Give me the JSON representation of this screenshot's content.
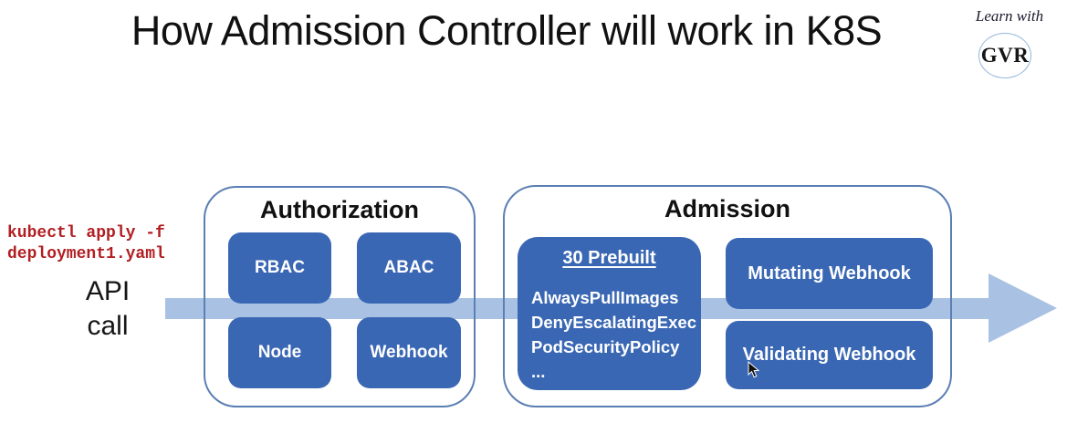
{
  "title": "How Admission Controller will work in K8S",
  "brand": {
    "tagline": "Learn with",
    "monogram": "GVR"
  },
  "command": {
    "line1": "kubectl apply -f",
    "line2": "deployment1.yaml"
  },
  "api_call": {
    "line1": "API",
    "line2": "call"
  },
  "stages": {
    "authorization": {
      "label": "Authorization",
      "boxes": [
        "RBAC",
        "ABAC",
        "Node",
        "Webhook"
      ]
    },
    "admission": {
      "label": "Admission",
      "prebuilt": {
        "heading": "30 Prebuilt",
        "items": [
          "AlwaysPullImages",
          "DenyEscalatingExec",
          "PodSecurityPolicy",
          "..."
        ]
      },
      "webhooks": [
        "Mutating Webhook",
        "Validating Webhook"
      ]
    }
  },
  "colors": {
    "box_blue": "#3a67b4",
    "arrow_blue": "#a9c2e4",
    "stage_border": "#5b7fb3",
    "command_red": "#b21e22",
    "circle_border": "#93b8da"
  }
}
